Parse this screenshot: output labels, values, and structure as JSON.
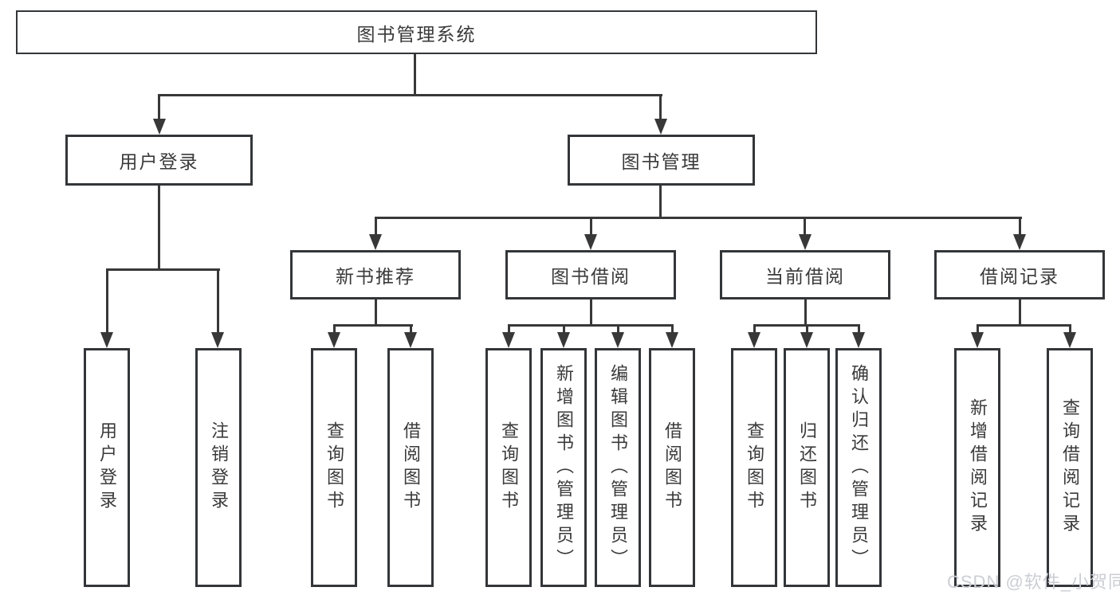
{
  "root": {
    "label": "图书管理系统",
    "children": [
      {
        "label": "用户登录",
        "children": [
          {
            "label": "用户登录"
          },
          {
            "label": "注销登录"
          }
        ]
      },
      {
        "label": "图书管理",
        "children": [
          {
            "label": "新书推荐",
            "children": [
              {
                "label": "查询图书"
              },
              {
                "label": "借阅图书"
              }
            ]
          },
          {
            "label": "图书借阅",
            "children": [
              {
                "label": "查询图书"
              },
              {
                "label": "新增图书（管理员）"
              },
              {
                "label": "编辑图书（管理员）"
              },
              {
                "label": "借阅图书"
              }
            ]
          },
          {
            "label": "当前借阅",
            "children": [
              {
                "label": "查询图书"
              },
              {
                "label": "归还图书"
              },
              {
                "label": "确认归还（管理员）"
              }
            ]
          },
          {
            "label": "借阅记录",
            "children": [
              {
                "label": "新增借阅记录"
              },
              {
                "label": "查询借阅记录"
              }
            ]
          }
        ]
      }
    ]
  },
  "watermark": "CSDN @软件_小贺同学",
  "colors": {
    "line": "#383838",
    "text": "#3a3a3a",
    "background": "#ffffff",
    "watermark": "#cbced4"
  }
}
